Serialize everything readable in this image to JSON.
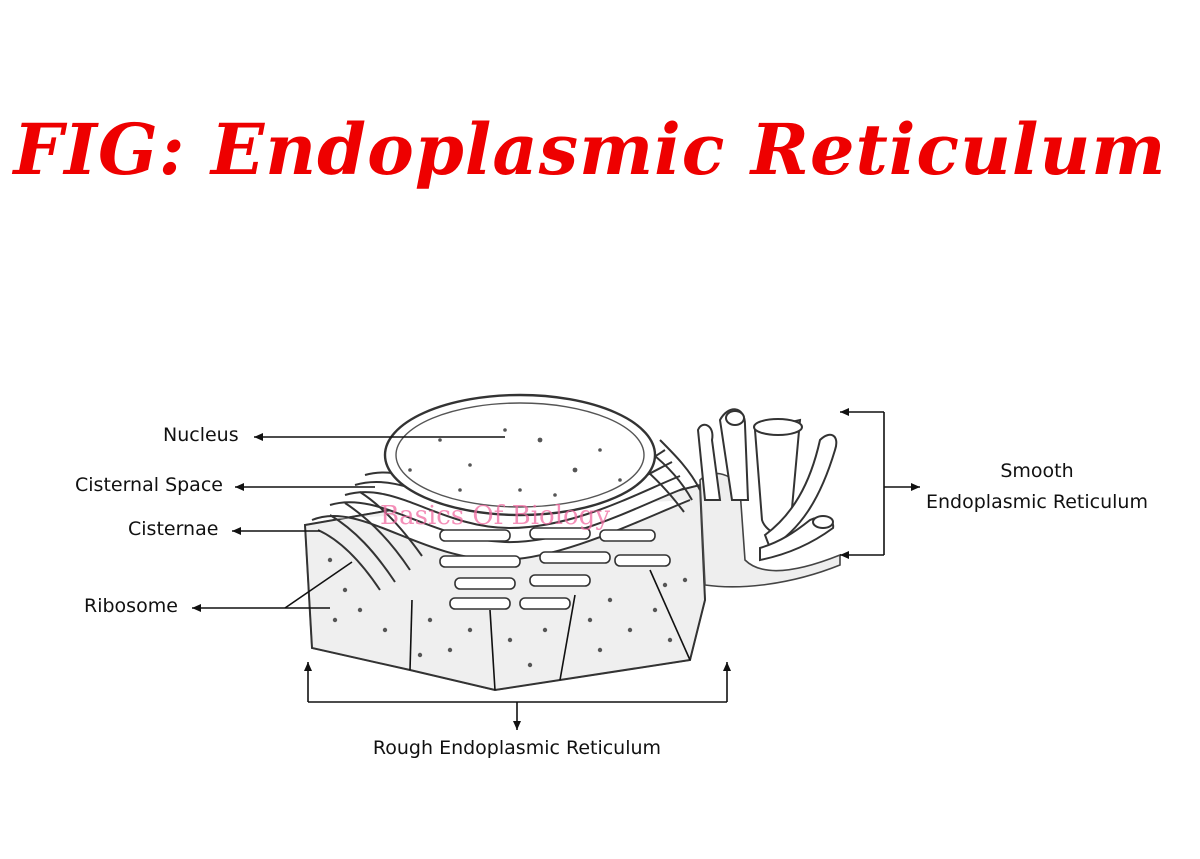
{
  "title": "FIG: Endoplasmic Reticulum",
  "colors": {
    "title": "#ee0000",
    "watermark": "#f06aa0",
    "line": "#111111"
  },
  "labels": {
    "nucleus": "Nucleus",
    "cisternal_space": "Cisternal Space",
    "cisternae": "Cisternae",
    "ribosome": "Ribosome",
    "smooth_er_line1": "Smooth",
    "smooth_er_line2": "Endoplasmic Reticulum",
    "rough_er": "Rough Endoplasmic Reticulum"
  },
  "watermark": "Basics Of Biology"
}
